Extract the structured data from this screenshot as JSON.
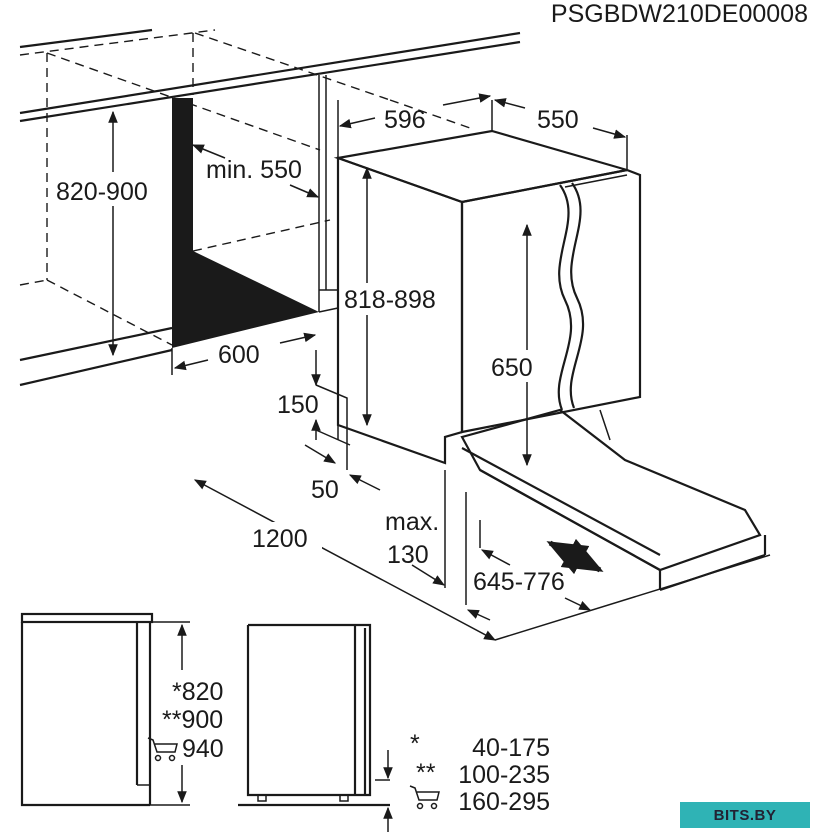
{
  "model_code": "PSGBDW210DE00008",
  "dimensions": {
    "niche_height": "820-900",
    "min_depth": "min. 550",
    "niche_width": "600",
    "appliance_width": "596",
    "appliance_depth": "550",
    "appliance_height": "818-898",
    "door_height": "650",
    "plinth_height": "150",
    "plinth_depth": "50",
    "clearance_width": "1200",
    "max_label": "max.",
    "max_value": "130",
    "door_travel": "645-776"
  },
  "side_view": {
    "left_labels": [
      "*820",
      "**900",
      "940"
    ],
    "right_labels": [
      {
        "mark": "*",
        "value": "40-175"
      },
      {
        "mark": "**",
        "value": "100-235"
      },
      {
        "mark": "",
        "value": "160-295"
      }
    ]
  },
  "watermark": "BITS.BY",
  "colors": {
    "ink": "#1a1a1a",
    "watermark_bg": "#2fb3b5"
  }
}
